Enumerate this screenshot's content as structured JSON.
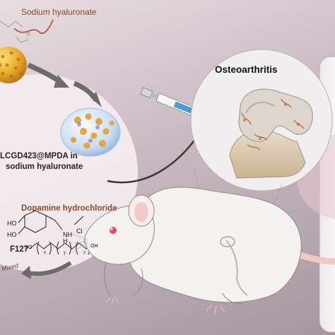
{
  "labels": {
    "sodium_hyaluronate": "Sodium hyaluronate",
    "nanocomposite_line1": "LCGD423@MPDA in",
    "nanocomposite_line2": "sodium hyaluronate",
    "dopamine": "Dopamine hydrochloride",
    "f127": "F127",
    "osteoarthritis": "Osteoarthritis",
    "mixing": "Mixed"
  },
  "chem": {
    "ho_top": "HO",
    "ho_bottom": "HO",
    "nh": "NH",
    "h_sub": "H",
    "cl": "Cl",
    "ho_chain": "HO",
    "oh_chain": "OH",
    "sub_x": "x",
    "sub_y": "y",
    "sub_z": "z"
  },
  "colors": {
    "background": "#c9bac1",
    "flask": "#f3ecee",
    "nanoparticle": "#e8a92a",
    "arrow": "#6f6b6a",
    "curved_arrow": "#3a3536",
    "rat_body": "#f4f2ef",
    "syringe_fluid": "#4a9ad6",
    "cartilage": "#d8cfc4",
    "bone": "#e4d4b6",
    "lesion": "#c06a3a"
  }
}
